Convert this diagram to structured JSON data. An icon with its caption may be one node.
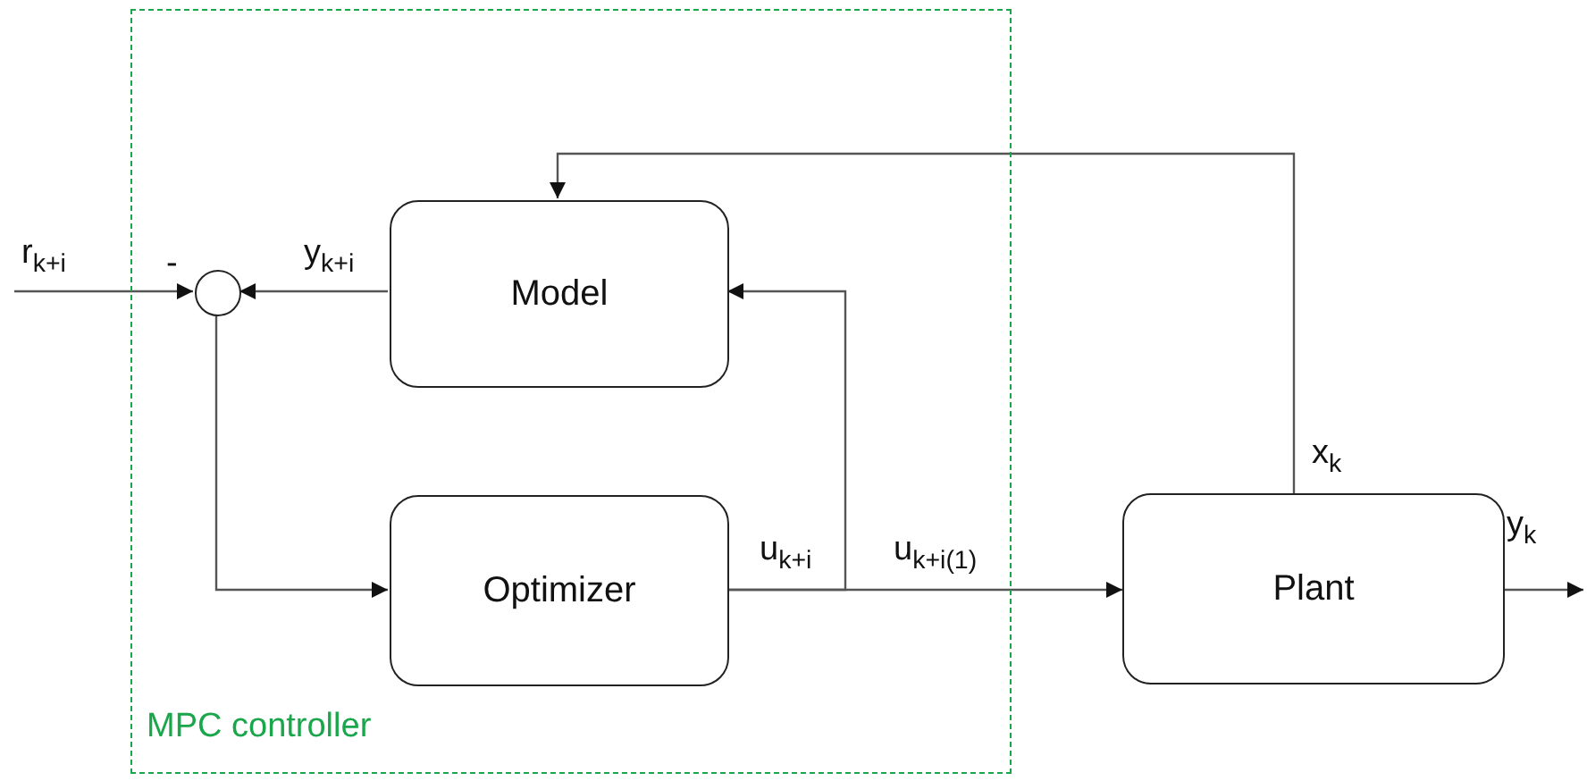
{
  "diagram": {
    "nodes": [
      {
        "text": [
          "MPC controller"
        ]
      },
      {
        "text": [
          "Model"
        ],
        "in": 0
      },
      {
        "text": [],
        "shape": "circle",
        "in": 0
      },
      {
        "text": [
          "Optimizer"
        ],
        "in": 0
      },
      {
        "text": [
          "Plant"
        ]
      }
    ],
    "edges": [
      {
        "from": null,
        "to": 2,
        "arrow": "to",
        "label": "r$_{k+i}$"
      },
      {
        "from": 1,
        "to": 2,
        "arrow": "to",
        "label": "y$_{k+i}$"
      },
      {
        "from": 2,
        "to": 3,
        "arrow": "to"
      },
      {
        "from": 3,
        "to": 4,
        "arrow": "to",
        "label": "u$_{k+i(1)}$"
      },
      {
        "from": 3,
        "to": 1,
        "arrow": "to",
        "label": "u$_{k+i}$"
      },
      {
        "from": 4,
        "to": 1,
        "arrow": "to",
        "label": "x$_{k}$"
      },
      {
        "from": 4,
        "to": null,
        "arrow": "to",
        "label": "y$_{k}$"
      }
    ],
    "labels": [
      "-"
    ]
  }
}
